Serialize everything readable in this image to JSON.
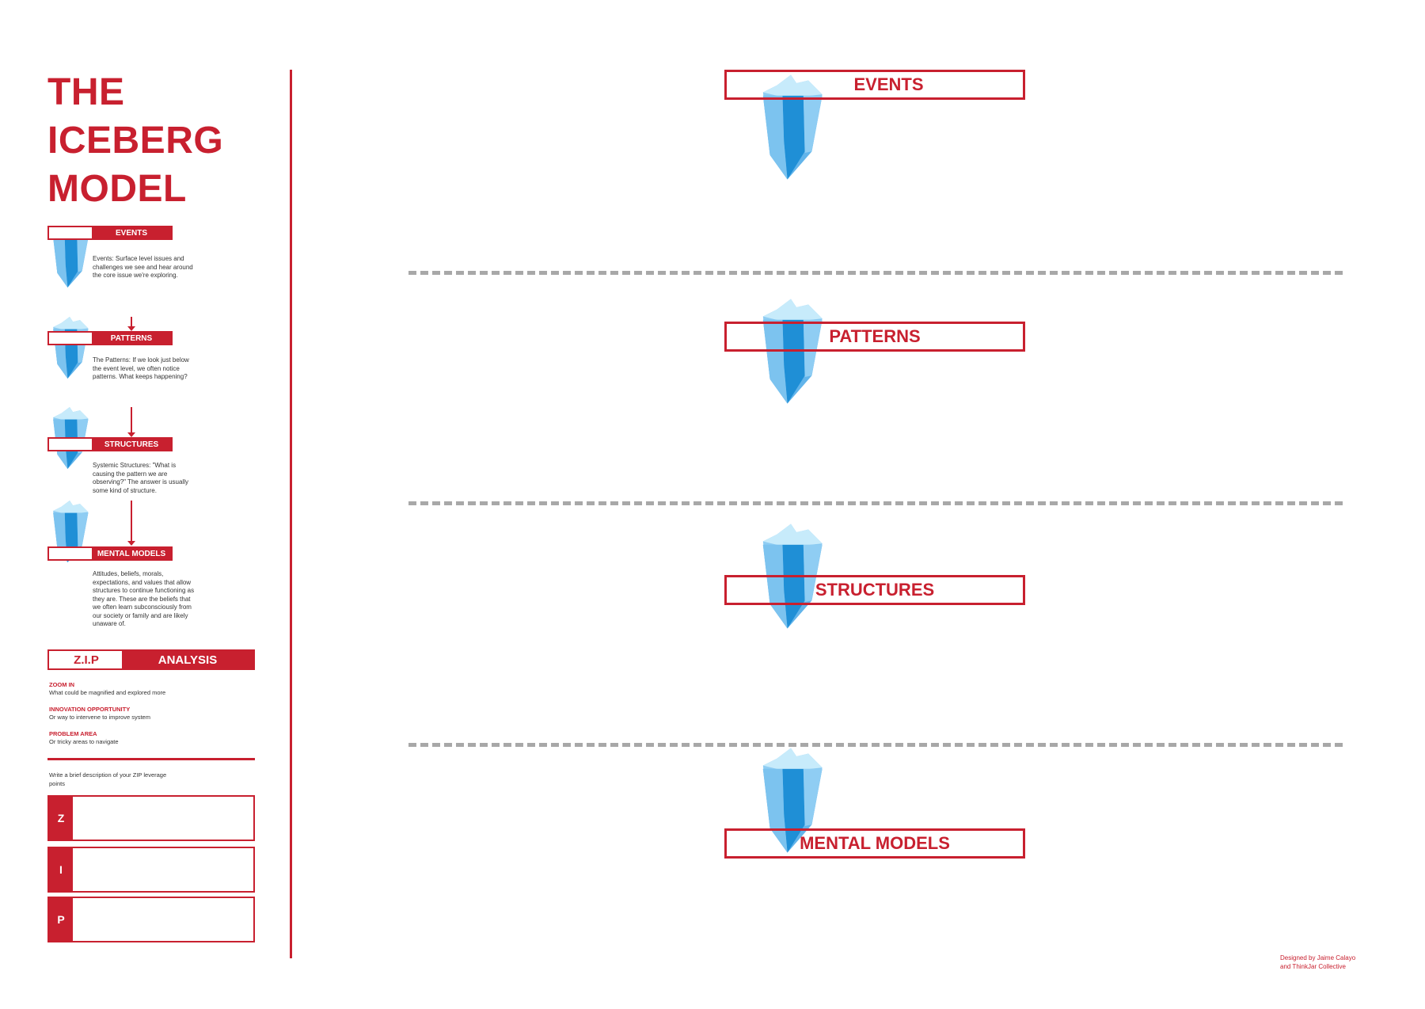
{
  "title": {
    "line1": "THE",
    "line2": "ICEBERG",
    "line3": "MODEL"
  },
  "legend": [
    {
      "label": "EVENTS",
      "desc": "Events: Surface level issues and challenges we see and hear around the core issue we're exploring."
    },
    {
      "label": "PATTERNS",
      "desc": "The Patterns: If we look just below the event level, we often notice patterns. What keeps happening?"
    },
    {
      "label": "STRUCTURES",
      "desc": "Systemic Structures: \"What is causing the pattern we are observing?\" The answer is usually some kind of structure."
    },
    {
      "label": "MENTAL MODELS",
      "desc": "Attitudes, beliefs, morals, expectations, and values that allow structures to continue functioning as they are. These are the beliefs that we often learn subconsciously from our society or family and are likely unaware of."
    }
  ],
  "zip": {
    "head_left": "Z.I.P",
    "head_right": "ANALYSIS",
    "items": [
      {
        "title": "ZOOM IN",
        "desc": "What could be magnified and explored more"
      },
      {
        "title": "INNOVATION OPPORTUNITY",
        "desc": "Or way to intervene to improve system"
      },
      {
        "title": "PROBLEM AREA",
        "desc": "Or tricky areas to navigate"
      }
    ],
    "write_prompt": "Write a brief description of your ZIP leverage points",
    "boxes": [
      {
        "key": "Z",
        "value": ""
      },
      {
        "key": "I",
        "value": ""
      },
      {
        "key": "P",
        "value": ""
      }
    ]
  },
  "levels": [
    "EVENTS",
    "PATTERNS",
    "STRUCTURES",
    "MENTAL MODELS"
  ],
  "credit": {
    "line1": "Designed by Jaime Calayo",
    "line2": "and ThinkJar Collective"
  },
  "colors": {
    "accent": "#c8202f",
    "ice_light": "#a9d8f5",
    "ice_mid": "#62b4ea",
    "ice_dark": "#1f8fd6",
    "dash": "#a8a8a8"
  }
}
